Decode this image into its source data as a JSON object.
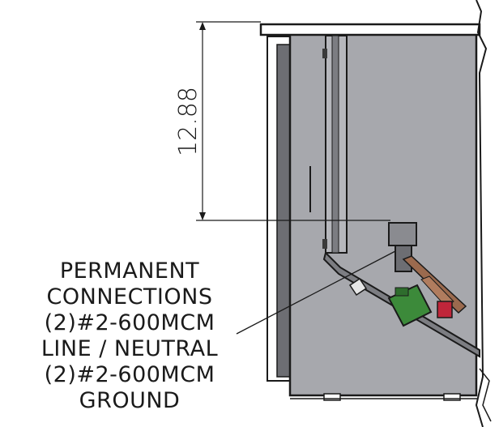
{
  "dimension": {
    "value": "12.88"
  },
  "callout": {
    "lines": [
      "PERMANENT",
      "CONNECTIONS",
      "(2)#2-600MCM",
      "LINE / NEUTRAL",
      "(2)#2-600MCM",
      "GROUND"
    ]
  },
  "colors": {
    "enclosure_body": "#a7a8ad",
    "enclosure_dark": "#6d6e73",
    "busbar_copper": "#9b6a4e",
    "lug_green": "#3c8a3a",
    "lug_red": "#c0263a",
    "block_grey": "#8a8b90"
  }
}
